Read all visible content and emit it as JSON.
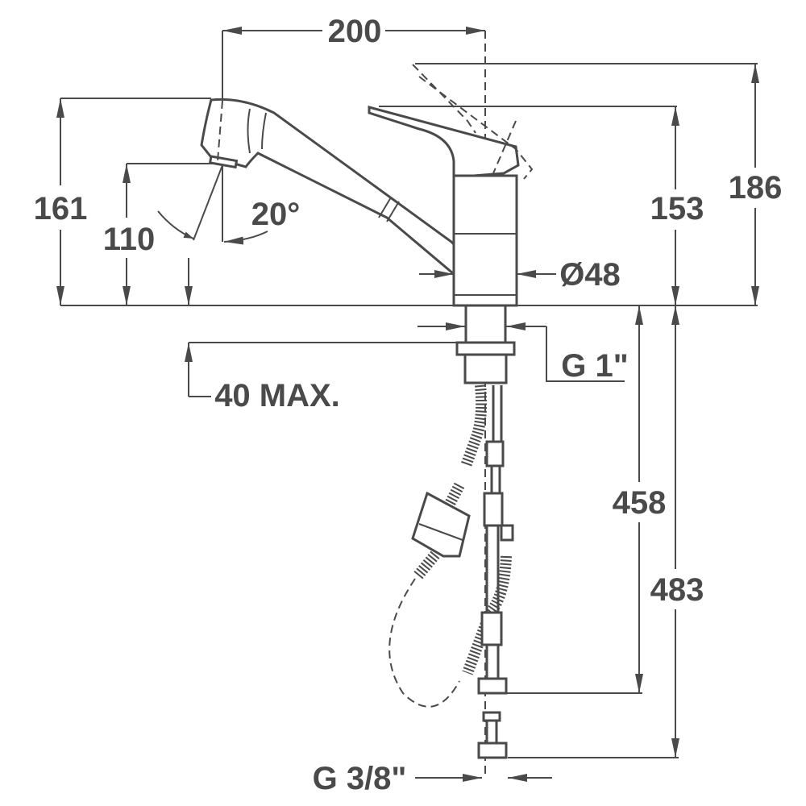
{
  "drawing": {
    "color": "#4a4a4a",
    "dimensions": {
      "width_reach": "200",
      "spout_height": "161",
      "outlet_height": "110",
      "swivel_angle": "20°",
      "lever_height": "153",
      "lever_raised_height": "186",
      "body_diameter": "Ø48",
      "thread_connection": "G 1\"",
      "max_counter_thickness": "40 MAX.",
      "hose_length_short": "458",
      "hose_length_long": "483",
      "hose_thread": "G 3/8\""
    }
  }
}
